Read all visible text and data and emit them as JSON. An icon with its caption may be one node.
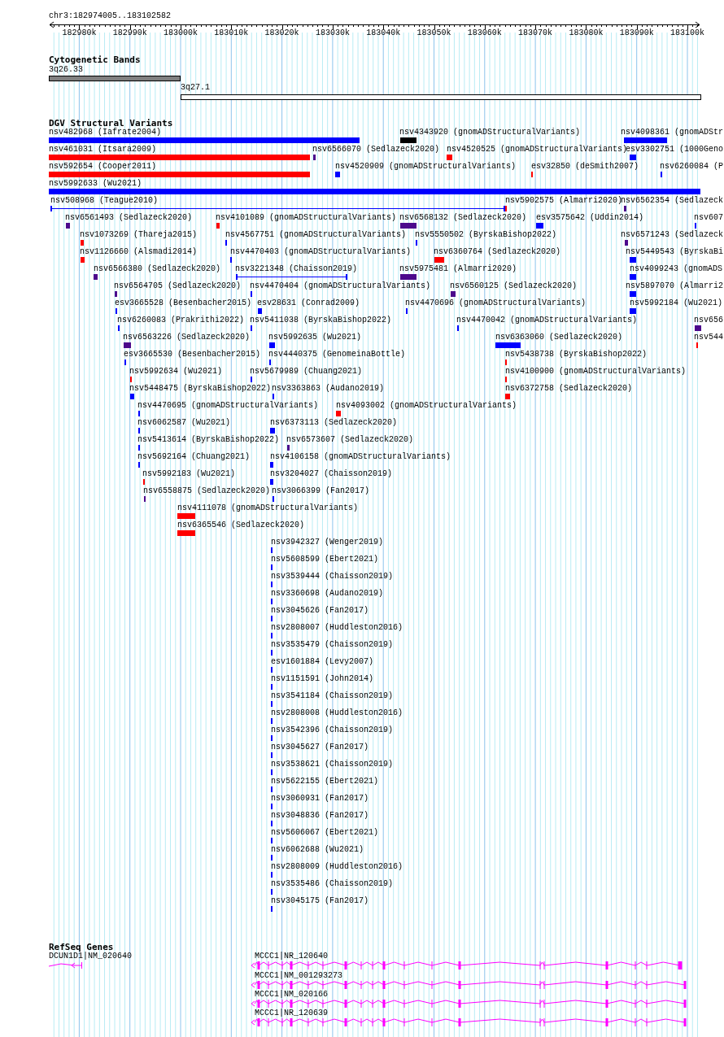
{
  "diagram": {
    "labels": [
      "chr3:182974005..183102582",
      "182980k",
      "182990k",
      "183000k",
      "183010k",
      "183020k",
      "183030k",
      "183040k",
      "183050k",
      "183060k",
      "183070k",
      "183080k",
      "183090k",
      "183100k",
      "Cytogenetic Bands",
      "3q26.33",
      "3q27.1",
      "DGV Structural Variants",
      "nsv482968 (Iafrate2004)",
      "nsv4343920 (gnomADStructuralVariants)",
      "nsv4098361 (gnomADStr",
      "nsv461031 (Itsara2009)",
      "nsv6566070 (Sedlazeck2020)",
      "nsv4520525 (gnomADStructuralVariants)",
      "esv3302751 (1000Geno",
      "nsv592654 (Cooper2011)",
      "nsv4520909 (gnomADStructuralVariants)",
      "esv32850 (deSmith2007)",
      "nsv6260084 (P",
      "nsv5992633 (Wu2021)",
      "nsv508968 (Teague2010)",
      "nsv5902575 (Almarri2020)",
      "nsv6562354 (Sedlazeck",
      "nsv6561493 (Sedlazeck2020)",
      "nsv4101089 (gnomADStructuralVariants)",
      "nsv6568132 (Sedlazeck2020)",
      "esv3575642 (Uddin2014)",
      "nsv607",
      "nsv1073269 (Thareja2015)",
      "nsv4567751 (gnomADStructuralVariants)",
      "nsv5550502 (ByrskaBishop2022)",
      "nsv6571243 (Sedlazeck",
      "nsv1126660 (Alsmadi2014)",
      "nsv4470403 (gnomADStructuralVariants)",
      "nsv6360764 (Sedlazeck2020)",
      "nsv5449543 (ByrskaBi",
      "nsv6566380 (Sedlazeck2020)",
      "nsv3221348 (Chaisson2019)",
      "nsv5975481 (Almarri2020)",
      "nsv4099243 (gnomADS",
      "nsv6564705 (Sedlazeck2020)",
      "nsv4470404 (gnomADStructuralVariants)",
      "nsv6560125 (Sedlazeck2020)",
      "nsv5897070 (Almarri2",
      "esv3665528 (Besenbacher2015)",
      "esv28631 (Conrad2009)",
      "nsv4470696 (gnomADStructuralVariants)",
      "nsv5992184 (Wu2021)",
      "nsv6260083 (Prakrithi2022)",
      "nsv5411038 (ByrskaBishop2022)",
      "nsv4470042 (gnomADStructuralVariants)",
      "nsv656",
      "nsv6563226 (Sedlazeck2020)",
      "nsv5992635 (Wu2021)",
      "nsv6363060 (Sedlazeck2020)",
      "nsv544",
      "esv3665530 (Besenbacher2015)",
      "nsv4440375 (GenomeinaBottle)",
      "nsv5438738 (ByrskaBishop2022)",
      "nsv5992634 (Wu2021)",
      "nsv5679989 (Chuang2021)",
      "nsv4100900 (gnomADStructuralVariants)",
      "nsv5448475 (ByrskaBishop2022)",
      "nsv3363863 (Audano2019)",
      "nsv6372758 (Sedlazeck2020)",
      "nsv4470695 (gnomADStructuralVariants)",
      "nsv4093002 (gnomADStructuralVariants)",
      "nsv6062587 (Wu2021)",
      "nsv6373113 (Sedlazeck2020)",
      "nsv5413614 (ByrskaBishop2022)",
      "nsv6573607 (Sedlazeck2020)",
      "nsv5692164 (Chuang2021)",
      "nsv4106158 (gnomADStructuralVariants)",
      "nsv5992183 (Wu2021)",
      "nsv3204027 (Chaisson2019)",
      "nsv6558875 (Sedlazeck2020)",
      "nsv3066399 (Fan2017)",
      "nsv4111078 (gnomADStructuralVariants)",
      "nsv6365546 (Sedlazeck2020)",
      "nsv3942327 (Wenger2019)",
      "nsv5608599 (Ebert2021)",
      "nsv3539444 (Chaisson2019)",
      "nsv3360698 (Audano2019)",
      "nsv3045626 (Fan2017)",
      "nsv2808007 (Huddleston2016)",
      "nsv3535479 (Chaisson2019)",
      "esv1601884 (Levy2007)",
      "nsv1151591 (John2014)",
      "nsv3541184 (Chaisson2019)",
      "nsv2808008 (Huddleston2016)",
      "nsv3542396 (Chaisson2019)",
      "nsv3045627 (Fan2017)",
      "nsv3538621 (Chaisson2019)",
      "nsv5622155 (Ebert2021)",
      "nsv3060931 (Fan2017)",
      "nsv3048836 (Fan2017)",
      "nsv5606067 (Ebert2021)",
      "nsv6062688 (Wu2021)",
      "nsv2808009 (Huddleston2016)",
      "nsv3535486 (Chaisson2019)",
      "nsv3045175 (Fan2017)",
      "RefSeq Genes",
      "DCUN1D1|NM_020640",
      "MCCC1|NR_120640",
      "MCCC1|NM_001293273",
      "MCCC1|NM_020166",
      "MCCC1|NR_120639"
    ]
  }
}
